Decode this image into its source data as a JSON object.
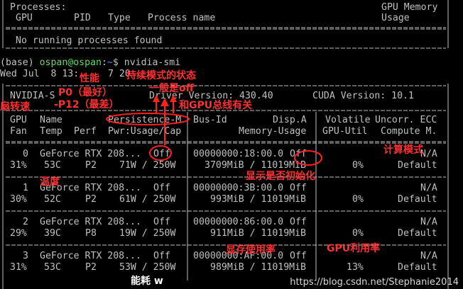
{
  "proc_header": {
    "col_processes": "Processes:",
    "col_gpu_memory": "GPU Memory",
    "col_gpu": "GPU",
    "col_pid": "PID",
    "col_type": "Type",
    "col_process_name": "Process name",
    "col_usage": "Usage",
    "no_procs": "No running processes found"
  },
  "prompt": {
    "env": "(base)",
    "user_host": "ospan@ospan",
    "sep": ":",
    "path": "~",
    "dollar": "$",
    "command": "nvidia-smi",
    "date": "Wed Jul  8 13:",
    "date_tail": "7 20"
  },
  "smi_header": {
    "nvidia_smi": "NVIDIA-S",
    "driver": "Driver Version: 430.40",
    "cuda": "CUDA Version: 10.1",
    "h1_gpu": "GPU",
    "h1_name": "Name",
    "h1_persist": "Persistence-M",
    "h1_busid": "Bus-Id",
    "h1_disp": "Disp.A",
    "h1_volatile": "Volatile",
    "h1_uncorr": "Uncorr. ECC",
    "h2_fan": "Fan",
    "h2_temp": "Temp",
    "h2_perf": "Perf",
    "h2_pwr": "Pwr:Usage/Cap",
    "h2_mem": "Memory-Usage",
    "h2_util": "GPU-Util",
    "h2_compute": "Compute M."
  },
  "gpus": [
    {
      "idx": "0",
      "name": "GeForce RTX 208...",
      "persist": "Off",
      "bus": "00000000:18:00.0",
      "disp": "Off",
      "ecc": "N/A",
      "fan": "31%",
      "temp": "53C",
      "perf": "P2",
      "pwr": "71W / 250W",
      "mem": "3709MiB / 11019MiB",
      "util": "0%",
      "compute": "Default"
    },
    {
      "idx": "1",
      "name": "GeForce RTX 208...",
      "persist": "Off",
      "bus": "00000000:3B:00.0",
      "disp": "Off",
      "ecc": "N/A",
      "fan": "30%",
      "temp": "52C",
      "perf": "P2",
      "pwr": "61W / 250W",
      "mem": "993MiB / 11019MiB",
      "util": "0%",
      "compute": "Default"
    },
    {
      "idx": "2",
      "name": "GeForce RTX 208...",
      "persist": "Off",
      "bus": "00000000:86:00.0",
      "disp": "Off",
      "ecc": "N/A",
      "fan": "29%",
      "temp": "39C",
      "perf": "P8",
      "pwr": "19W / 250W",
      "mem": "911MiB / 11019MiB",
      "util": "0%",
      "compute": "Default"
    },
    {
      "idx": "3",
      "name": "GeForce RTX 208...",
      "persist": "Off",
      "bus": "00000000:AF:00.0",
      "disp": "Off",
      "ecc": "N/A",
      "fan": "31%",
      "temp": "53C",
      "perf": "P2",
      "pwr": "53W / 250W",
      "mem": "989MiB / 11019MiB",
      "util": "13%",
      "compute": "Default"
    }
  ],
  "annotations": {
    "perf": "性能",
    "p0": "P0（最好）",
    "p12": "-P12（最差）",
    "fan": "扇转速",
    "persist_state": "持续模式的状态",
    "persist_default": "一般是off",
    "bus": "和GPU总线有关",
    "compute_mode": "计算模式",
    "temp": "温度",
    "disp_init": "显示是否初始化",
    "mem_usage": "显存使用率",
    "gpu_util": "GPU利用率",
    "power": "能耗 w"
  },
  "watermark": "https://blog.csdn.net/Stephanie2014"
}
